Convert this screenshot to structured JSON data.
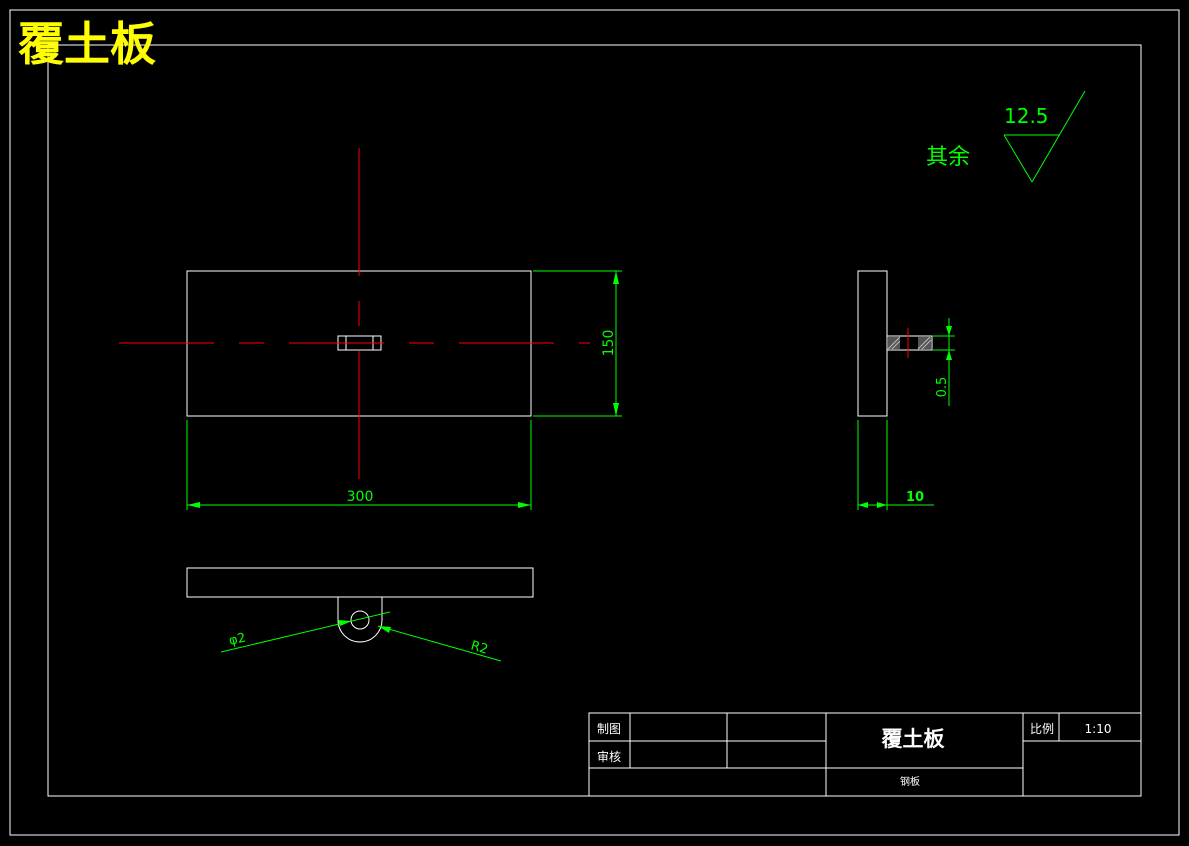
{
  "drawing": {
    "title_big": "覆土板",
    "colors": {
      "background": "#000000",
      "outline": "#ffffff",
      "dimension": "#00ff00",
      "centerline": "#ff0000",
      "title_text": "#ffff00"
    }
  },
  "dimensions": {
    "width": "300",
    "height": "150",
    "thickness": "10",
    "offset": "0.5",
    "hole_diameter": "φ2",
    "radius": "R2"
  },
  "roughness": {
    "value": "12.5",
    "label": "其余"
  },
  "title_block": {
    "drawn_label": "制图",
    "checked_label": "审核",
    "drawn_value": "",
    "checked_value": "",
    "part_name": "覆土板",
    "material": "钢板",
    "scale_label": "比例",
    "scale_value": "1:10"
  }
}
